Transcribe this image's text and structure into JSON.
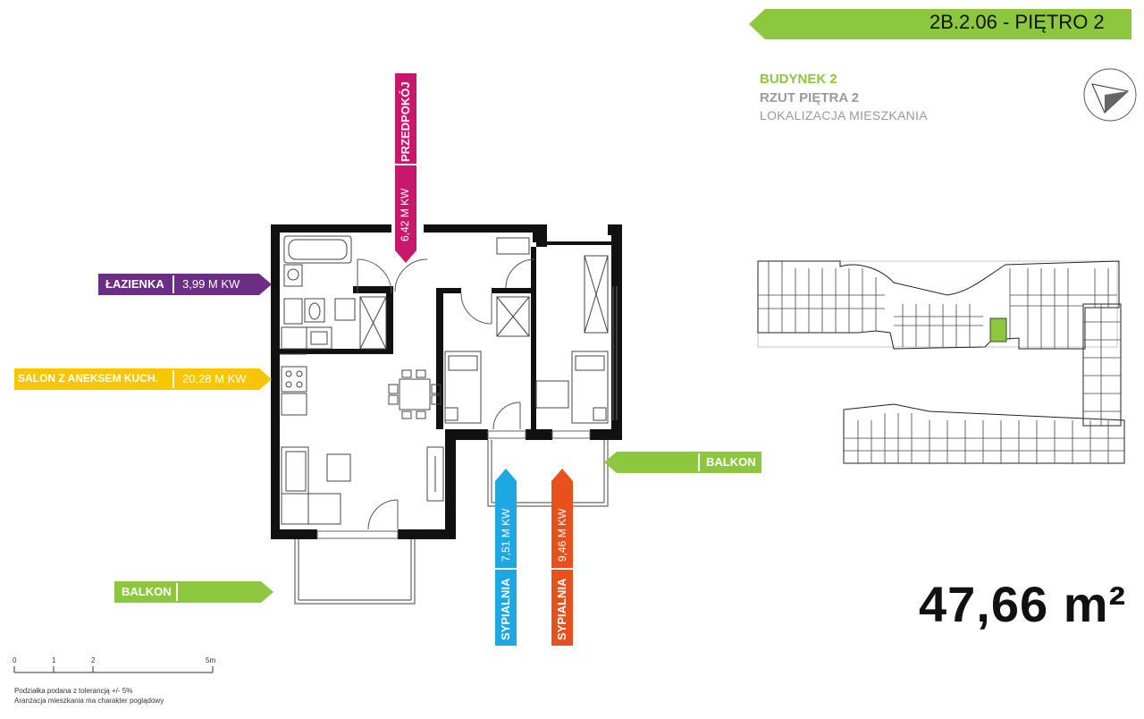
{
  "header": {
    "unit_code": "2B.2.06",
    "floor": "- PIĘTRO 2",
    "banner_color": "#8dc63f"
  },
  "building": {
    "name": "BUDYNEK 2",
    "plan": "RZUT PIĘTRA 2",
    "locator": "LOKALIZACJA MIESZKANIA"
  },
  "total_area": "47,66 m²",
  "rooms": {
    "przedpokoj": {
      "name": "PRZEDPOKÓJ",
      "area": "6,42 M KW",
      "color": "#c7186e"
    },
    "lazienka": {
      "name": "ŁAZIENKA",
      "area": "3,99 M KW",
      "color": "#6b2d86"
    },
    "salon": {
      "name": "SALON Z ANEKSEM KUCH.",
      "area": "20,28 M KW",
      "color": "#f7c600"
    },
    "sypialnia1": {
      "name": "SYPIALNIA",
      "area": "7,51 M KW",
      "color": "#1ea7e1"
    },
    "sypialnia2": {
      "name": "SYPIALNIA",
      "area": "9,46 M KW",
      "color": "#e8501e"
    },
    "balkon1": {
      "name": "BALKON",
      "color": "#8dc63f"
    },
    "balkon2": {
      "name": "BALKON",
      "color": "#8dc63f"
    }
  },
  "scale": {
    "ticks": [
      "0",
      "1",
      "2",
      "5m"
    ],
    "note1": "Podziałka podana z tolerancją +/- 5%",
    "note2": "Aranżacja mieszkania ma charakter poglądowy"
  },
  "icons": {
    "compass": "north-compass-icon"
  }
}
